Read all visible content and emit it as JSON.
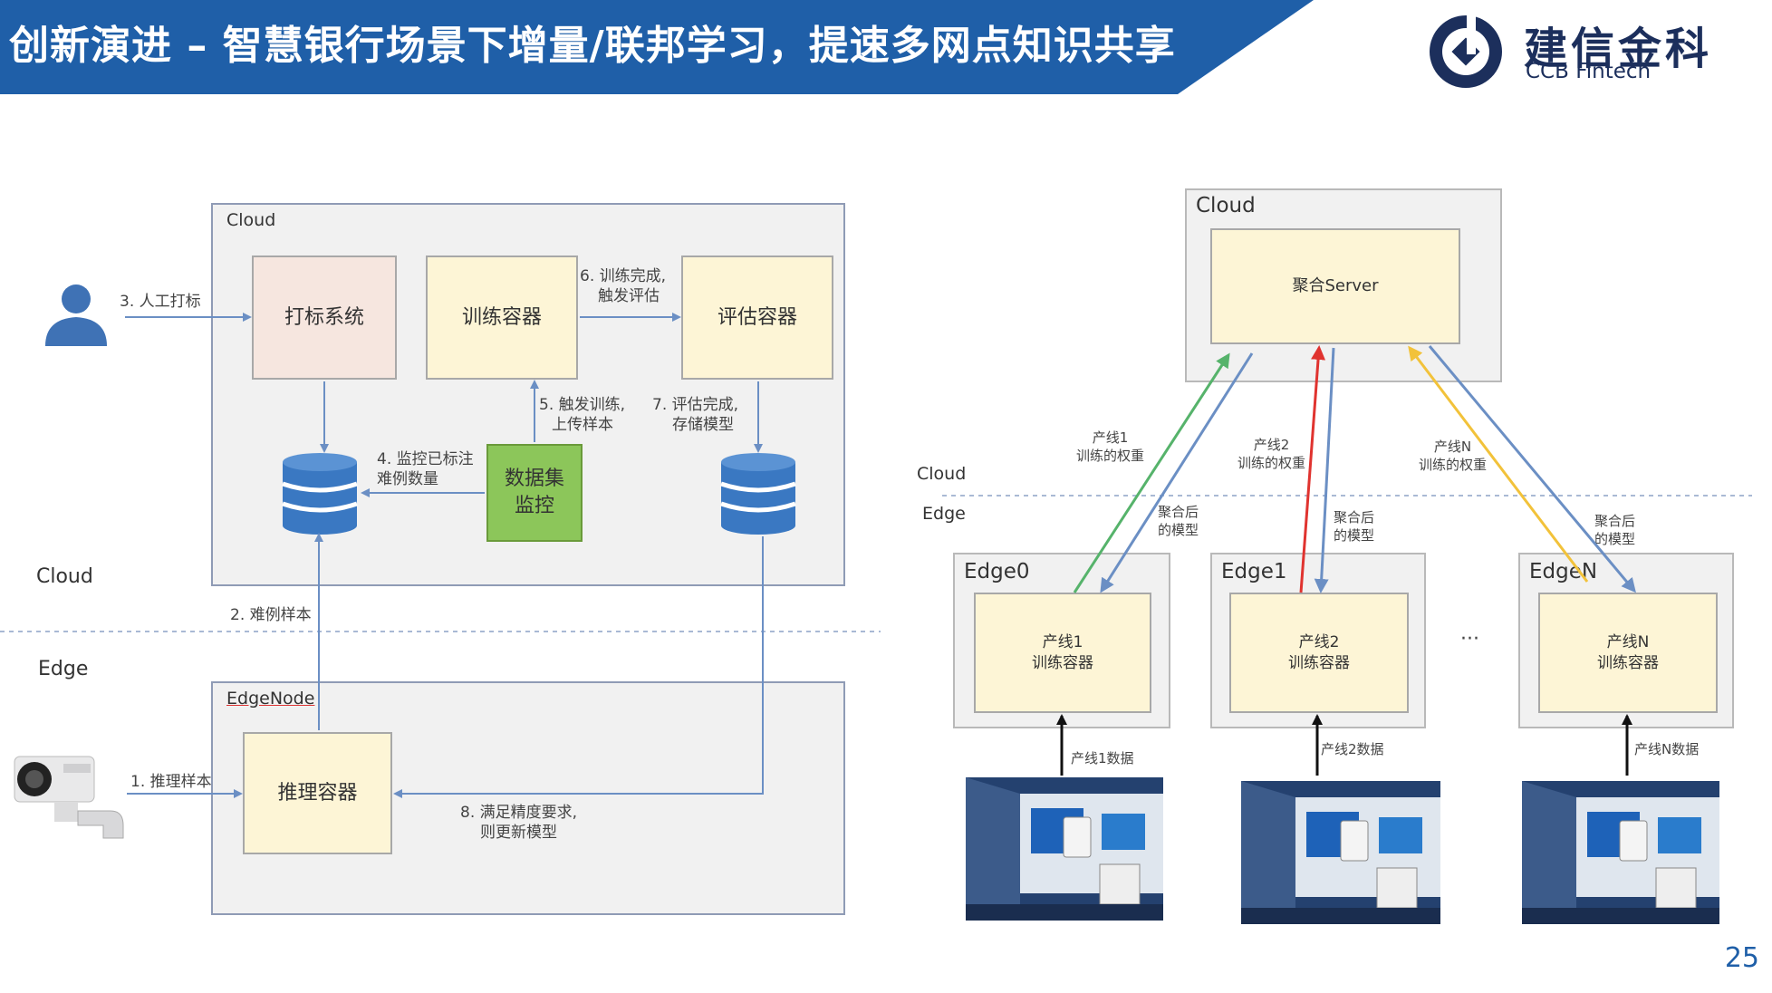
{
  "header": {
    "title": "创新演进 – 智慧银行场景下增量/联邦学习，提速多网点知识共享",
    "brand_cn": "建信金科",
    "brand_en": "CCB Fintech"
  },
  "colors": {
    "banner": "#1f5fa8",
    "brand": "#1c2f5c",
    "box_yellow": "#fdf5d6",
    "box_pink": "#f6e6df",
    "box_green": "#8cc65a",
    "db_blue": "#3a78c2",
    "arrow_blue": "#6b8fc4",
    "arrow_green": "#56b36b",
    "arrow_red": "#e0332f",
    "arrow_yellow": "#f2c23a"
  },
  "left_diagram": {
    "cloud_frame_title": "Cloud",
    "edge_frame_title": "EdgeNode",
    "region_cloud": "Cloud",
    "region_edge": "Edge",
    "person_icon": "person-icon",
    "camera_icon": "surveillance-camera-icon",
    "boxes": {
      "labeling": "打标系统",
      "training": "训练容器",
      "evaluation": "评估容器",
      "dataset_monitor_line1": "数据集",
      "dataset_monitor_line2": "监控",
      "inference": "推理容器"
    },
    "steps": {
      "s1": "1. 推理样本",
      "s2": "2. 难例样本",
      "s3": "3. 人工打标",
      "s4_line1": "4. 监控已标注",
      "s4_line2": "难例数量",
      "s5_line1": "5. 触发训练,",
      "s5_line2": "上传样本",
      "s6_line1": "6. 训练完成,",
      "s6_line2": "触发评估",
      "s7_line1": "7. 评估完成,",
      "s7_line2": "存储模型",
      "s8_line1": "8. 满足精度要求,",
      "s8_line2": "则更新模型"
    }
  },
  "right_diagram": {
    "cloud_frame_title": "Cloud",
    "server": "聚合Server",
    "region_cloud": "Cloud",
    "region_edge": "Edge",
    "ellipsis": "···",
    "edges": [
      {
        "title": "Edge0",
        "box_line1": "产线1",
        "box_line2": "训练容器",
        "up_line1": "产线1",
        "up_line2": "训练的权重",
        "down_line1": "聚合后",
        "down_line2": "的模型",
        "data": "产线1数据"
      },
      {
        "title": "Edge1",
        "box_line1": "产线2",
        "box_line2": "训练容器",
        "up_line1": "产线2",
        "up_line2": "训练的权重",
        "down_line1": "聚合后",
        "down_line2": "的模型",
        "data": "产线2数据"
      },
      {
        "title": "EdgeN",
        "box_line1": "产线N",
        "box_line2": "训练容器",
        "up_line1": "产线N",
        "up_line2": "训练的权重",
        "down_line1": "聚合后",
        "down_line2": "的模型",
        "data": "产线N数据"
      }
    ]
  },
  "page_number": "25"
}
